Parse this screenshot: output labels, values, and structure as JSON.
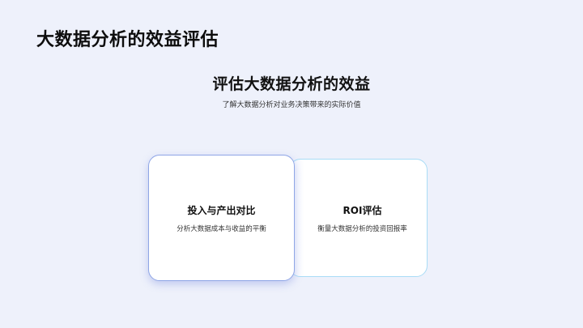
{
  "page": {
    "title": "大数据分析的效益评估"
  },
  "hero": {
    "title": "评估大数据分析的效益",
    "subtitle": "了解大数据分析对业务决策带来的实际价值"
  },
  "cards": [
    {
      "title": "投入与产出对比",
      "description": "分析大数据成本与收益的平衡",
      "border_color": "#8fa6e6"
    },
    {
      "title": "ROI评估",
      "description": "衡量大数据分析的投资回报率",
      "border_color": "#a9dcf6"
    }
  ],
  "colors": {
    "background": "#eef1fb",
    "card_background": "#ffffff"
  }
}
